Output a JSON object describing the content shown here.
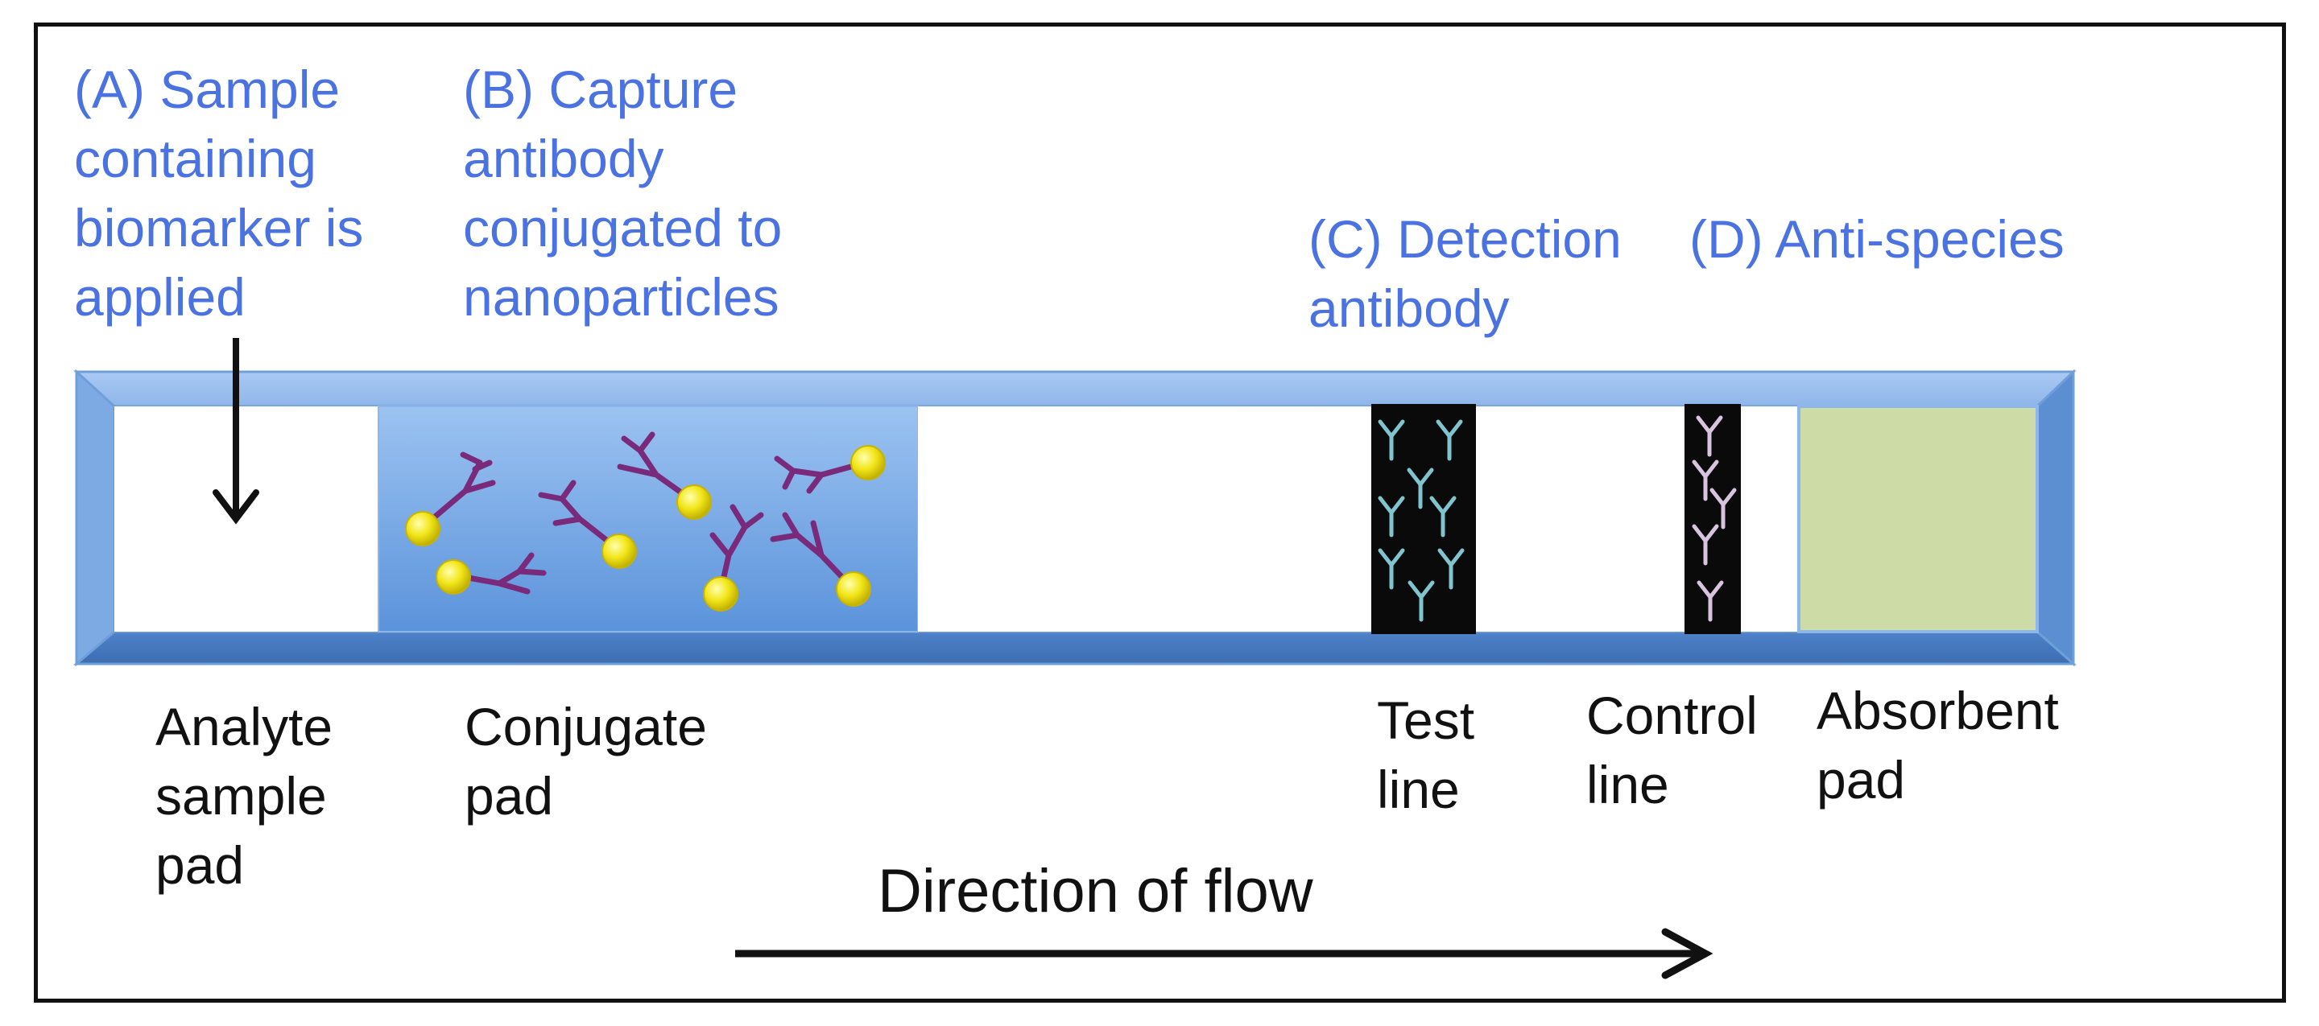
{
  "figure": {
    "annotations": {
      "a": "(A) Sample\ncontaining\nbiomarker is\napplied",
      "b": "(B) Capture\nantibody\nconjugated to\nnanoparticles",
      "c": "(C) Detection\nantibody",
      "d": "(D) Anti-species"
    },
    "parts": {
      "sample_pad": "Analyte\nsample\npad",
      "conjugate_pad": "Conjugate\npad",
      "test_line": "Test\nline",
      "control_line": "Control\nline",
      "absorbent_pad": "Absorbent\npad"
    },
    "flow_label": "Direction of flow",
    "colors": {
      "annotation_text": "#4a72e0",
      "strip_border": "#6f9fd9",
      "conjugate_pad": "#6fa4e4",
      "absorbent_pad": "#cddca7",
      "capture_antibody": "#7a2a7a",
      "nanoparticle": "#f2e619",
      "test_line_fill": "#0a0a0a",
      "test_antibody": "#7fc4cf",
      "control_antibody": "#d8c4de"
    }
  }
}
